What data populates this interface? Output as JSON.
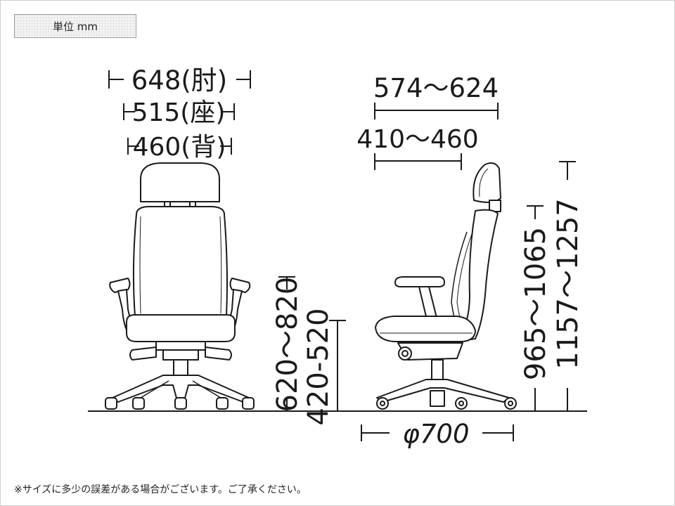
{
  "unit_label": "単位 mm",
  "footnote": "※サイズに多少の誤差がある場合がございます。ご了承ください。",
  "dimensions": {
    "width_arm": "648(肘)",
    "width_seat": "515(座)",
    "width_back": "460(背)",
    "depth_overall": "574〜624",
    "depth_seat": "410〜460",
    "height_arm": "620〜820",
    "height_seat": "420-520",
    "height_back": "965〜1065",
    "height_overall": "1157〜1257",
    "base_diameter": "φ700"
  }
}
